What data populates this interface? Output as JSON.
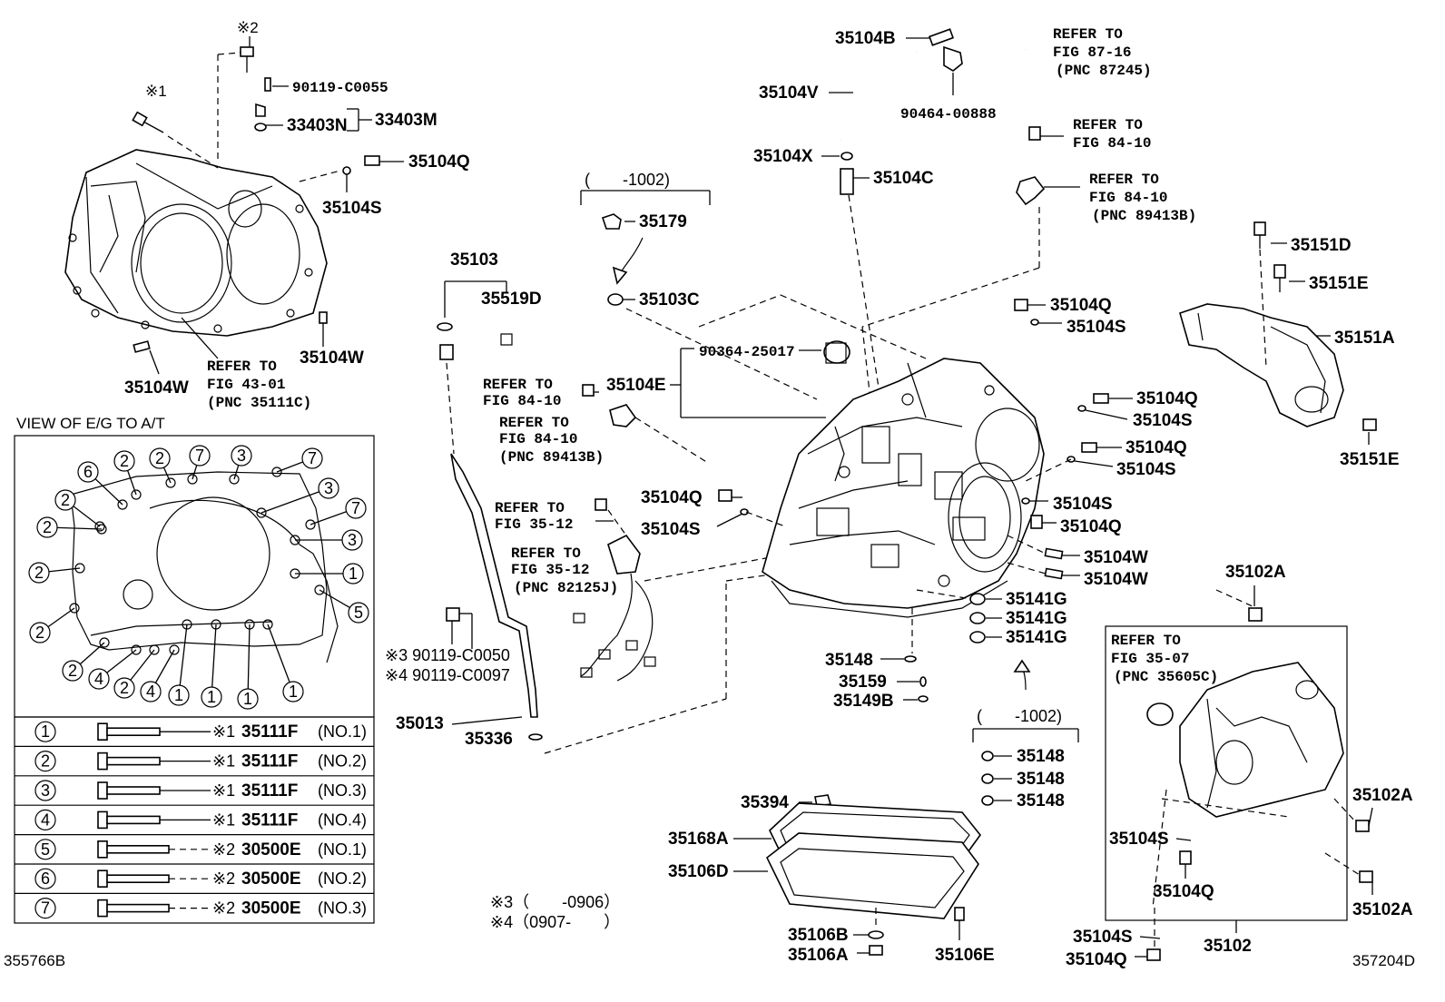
{
  "labels": {
    "p35104B": "35104B",
    "p35104V": "35104V",
    "p90464": "90464-00888",
    "ref87": "REFER TO",
    "ref87b": "FIG 87-16",
    "ref87c": "(PNC 87245)",
    "ref84a": "REFER TO",
    "ref84a2": "FIG 84-10",
    "ref84b": "REFER TO",
    "ref84b2": "FIG 84-10",
    "ref84b3": "(PNC 89413B)",
    "p35104X": "35104X",
    "p35104C": "35104C",
    "range1002a": "(　　-1002)",
    "p35179": "35179",
    "p35103C": "35103C",
    "p35103": "35103",
    "p35519D": "35519D",
    "p90364": "90364-25017",
    "p35104E": "35104E",
    "ref84c": "REFER TO",
    "ref84c2": "FIG 84-10",
    "ref84d": "REFER TO",
    "ref84d2": "FIG 84-10",
    "ref84d3": "(PNC 89413B)",
    "ref3512a": "REFER TO",
    "ref3512a2": "FIG 35-12",
    "ref3512b": "REFER TO",
    "ref3512b2": "FIG 35-12",
    "ref3512b3": "(PNC 82125J)",
    "p35104Q_a": "35104Q",
    "p35104S_a": "35104S",
    "p35104Q_b": "35104Q",
    "p35104S_b": "35104S",
    "p35104Q_c": "35104Q",
    "p35104S_c": "35104S",
    "p35104Q_d": "35104Q",
    "p35104S_d": "35104S",
    "p35104S_e": "35104S",
    "p35104Q_e": "35104Q",
    "p35104W_a": "35104W",
    "p35104W_b": "35104W",
    "p35141G_a": "35141G",
    "p35141G_b": "35141G",
    "p35141G_c": "35141G",
    "p35148": "35148",
    "p35159": "35159",
    "p35149B": "35149B",
    "range1002b": "(　　-1002)",
    "p35148_a": "35148",
    "p35148_b": "35148",
    "p35148_c": "35148",
    "p35151D": "35151D",
    "p35151E": "35151E",
    "p35151A": "35151A",
    "p35151E_b": "35151E",
    "p35102A_a": "35102A",
    "ref3507": "REFER TO",
    "ref3507b": "FIG 35-07",
    "ref3507c": "(PNC 35605C)",
    "p35102A_b": "35102A",
    "p35102A_c": "35102A",
    "p35104S_f": "35104S",
    "p35104Q_f": "35104Q",
    "p35104S_g": "35104S",
    "p35104Q_g": "35104Q",
    "p35102": "35102",
    "p35394": "35394",
    "p35168A": "35168A",
    "p35106D": "35106D",
    "p35106B": "35106B",
    "p35106A": "35106A",
    "p35106E": "35106E",
    "p35013": "35013",
    "p35336": "35336",
    "n3": "※3 90119-C0050",
    "n4": "※4 90119-C0097",
    "note3": "※3（　　-0906）",
    "note4": "※4（0907-　　）",
    "mark2": "※2",
    "mark1": "※1",
    "p90119_55": "90119-C0055",
    "p33403N": "33403N",
    "p33403M": "33403M",
    "p35104Q_top": "35104Q",
    "p35104S_top": "35104S",
    "p35104W_top": "35104W",
    "p35104W_left": "35104W",
    "ref4301": "REFER TO",
    "ref4301b": "FIG 43-01",
    "ref4301c": "(PNC 35111C)",
    "viewTitle": "VIEW OF E/G TO A/T",
    "codeLeft": "355766B",
    "codeRight": "357204D"
  },
  "bolt_table": [
    {
      "num": "1",
      "mark": "※1",
      "part": "35111F",
      "note": "(NO.1)"
    },
    {
      "num": "2",
      "mark": "※1",
      "part": "35111F",
      "note": "(NO.2)"
    },
    {
      "num": "3",
      "mark": "※1",
      "part": "35111F",
      "note": "(NO.3)"
    },
    {
      "num": "4",
      "mark": "※1",
      "part": "35111F",
      "note": "(NO.4)"
    },
    {
      "num": "5",
      "mark": "※2",
      "part": "30500E",
      "note": "(NO.1)"
    },
    {
      "num": "6",
      "mark": "※2",
      "part": "30500E",
      "note": "(NO.2)"
    },
    {
      "num": "7",
      "mark": "※2",
      "part": "30500E",
      "note": "(NO.3)"
    }
  ],
  "view_callouts": [
    "2",
    "2",
    "7",
    "3",
    "7",
    "6",
    "2",
    "3",
    "7",
    "2",
    "3",
    "2",
    "1",
    "2",
    "5",
    "2",
    "4",
    "2",
    "4",
    "1",
    "1",
    "1",
    "1"
  ]
}
